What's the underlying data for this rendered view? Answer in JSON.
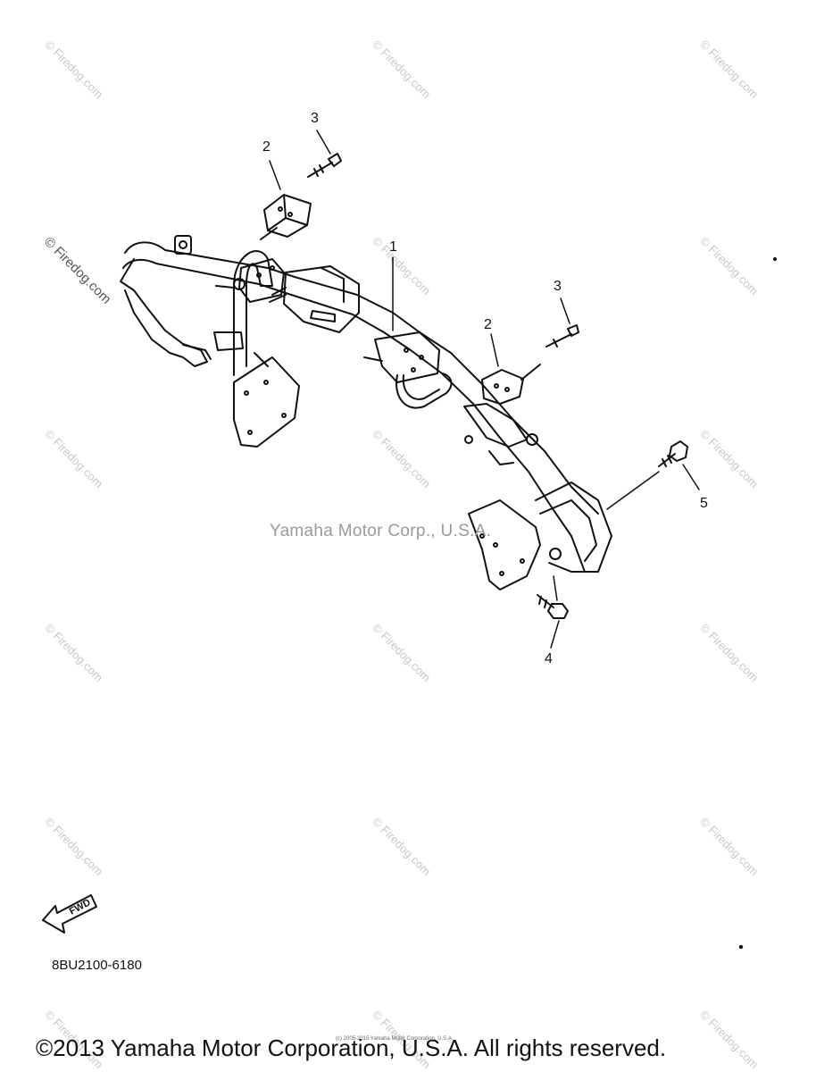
{
  "watermark": {
    "text": "© Firedog.com"
  },
  "center_watermark": "Yamaha Motor Corp., U.S.A.",
  "callouts": {
    "c1": "1",
    "c2a": "2",
    "c3a": "3",
    "c2b": "2",
    "c3b": "3",
    "c4": "4",
    "c5": "5"
  },
  "fwd_label": "FWD",
  "part_number": "8BU2100-6180",
  "footer": "©2013 Yamaha Motor Corporation, U.S.A. All rights reserved.",
  "tiny_copyright": "(c) 2005-2015 Yamaha Motor Corporation, U.S.A."
}
